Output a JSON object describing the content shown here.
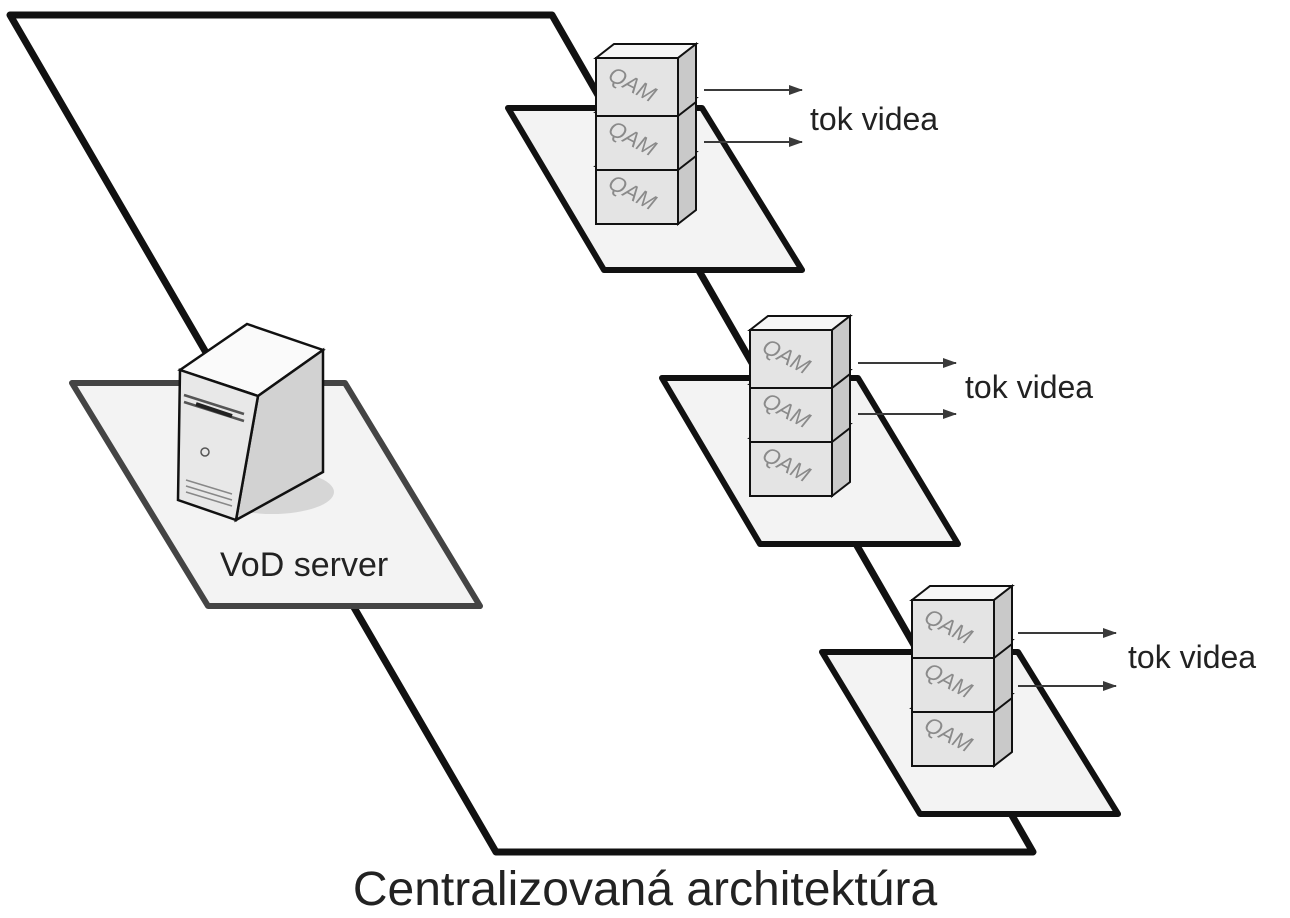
{
  "diagram": {
    "caption": "Centralizovaná architektúra",
    "server": {
      "label": "VoD server",
      "icon": "server-tower-icon"
    },
    "qam_label": "QAM",
    "stream_label": "tok videa",
    "hubs": [
      {
        "name": "hub-1",
        "qam_units": [
          "QAM",
          "QAM",
          "QAM"
        ],
        "streams": 2
      },
      {
        "name": "hub-2",
        "qam_units": [
          "QAM",
          "QAM",
          "QAM"
        ],
        "streams": 2
      },
      {
        "name": "hub-3",
        "qam_units": [
          "QAM",
          "QAM",
          "QAM"
        ],
        "streams": 2
      }
    ],
    "colors": {
      "outline": "#111111",
      "plane_fill": "#f3f3f3",
      "box_front": "#e4e4e4",
      "box_top": "#f6f6f6",
      "box_side": "#c9c9c9",
      "arrow": "#3a3a3a"
    }
  }
}
